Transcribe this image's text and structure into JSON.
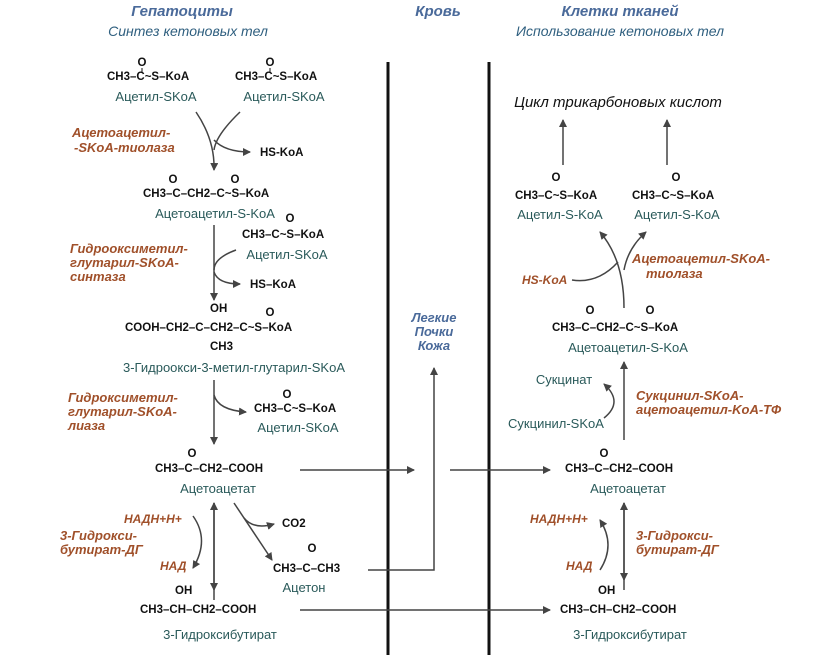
{
  "headers": {
    "hepatocytes": "Гепатоциты",
    "hepatocytes_sub": "Синтез кетоновых тел",
    "blood": "Кровь",
    "tissues": "Клетки тканей",
    "tissues_sub": "Использование кетоновых тел"
  },
  "left": {
    "acetyl1_formula": "CH3–C~S–KoA",
    "acetyl1_name": "Ацетил-SKoA",
    "acetyl2_formula": "CH3–C~S–KoA",
    "acetyl2_name": "Ацетил-SKoA",
    "thiolase": [
      "Ацетоацетил-",
      "-SKoA-тиолаза"
    ],
    "hskoa": "HS-KoA",
    "acac_coa_formula": "CH3–C–CH2–C~S–KoA",
    "acac_coa_name": "Ацетоацетил-S-KoA",
    "hmg_synthase": [
      "Гидрооксиметил-",
      "глутарил-SKoA-",
      "синтаза"
    ],
    "acetyl3_formula": "CH3–C~S–KoA",
    "acetyl3_name": "Ацетил-SKoA",
    "hskoa2": "HS–KoA",
    "hmg_oh": "OH",
    "hmg_formula": "COOH–CH2–C–CH2–C~S–KoA",
    "hmg_ch3": "CH3",
    "hmg_name": "3-Гидроокси-3-метил-глутарил-SKoA",
    "hmg_lyase": [
      "Гидроксиметил-",
      "глутарил-SKoA-",
      "лиаза"
    ],
    "acetyl4_formula": "CH3–C~S–KoA",
    "acetyl4_name": "Ацетил-SKoA",
    "acac_formula": "CH3–C–CH2–COOH",
    "acac_name": "Ацетоацетат",
    "nadh": "НАДН+Н+",
    "nad": "НАД",
    "bhbdh": [
      "3-Гидрокси-",
      "бутират-ДГ"
    ],
    "co2": "CO2",
    "acetone_formula": "CH3–C–CH3",
    "acetone_name": "Ацетон",
    "bhb_oh": "OH",
    "bhb_formula": "CH3–CH–CH2–COOH",
    "bhb_name": "3-Гидроксибутират"
  },
  "blood": {
    "organs": [
      "Легкие",
      "Почки",
      "Кожа"
    ]
  },
  "right": {
    "tca": "Цикл трикарбоновых кислот",
    "acetyl1_formula": "CH3–C~S–KoA",
    "acetyl1_name": "Ацетил-S-KoA",
    "acetyl2_formula": "CH3–C~S–KoA",
    "acetyl2_name": "Ацетил-S-KoA",
    "hskoa": "HS-KoA",
    "thiolase": [
      "Ацетоацетил-SKoA-",
      "тиолаза"
    ],
    "acac_coa_formula": "CH3–C–CH2–C~S–KoA",
    "acac_coa_name": "Ацетоацетил-S-KoA",
    "succinate": "Сукцинат",
    "succinyl_coa": "Сукцинил-SKoA",
    "transferase": [
      "Сукцинил-SKoA-",
      "ацетоацетил-KoA-ТФ"
    ],
    "acac_formula": "CH3–C–CH2–COOH",
    "acac_name": "Ацетоацетат",
    "nadh": "НАДН+Н+",
    "nad": "НАД",
    "bhbdh": [
      "3-Гидрокси-",
      "бутират-ДГ"
    ],
    "bhb_oh": "OH",
    "bhb_formula": "CH3–CH–CH2–COOH",
    "bhb_name": "3-Гидроксибутират"
  }
}
